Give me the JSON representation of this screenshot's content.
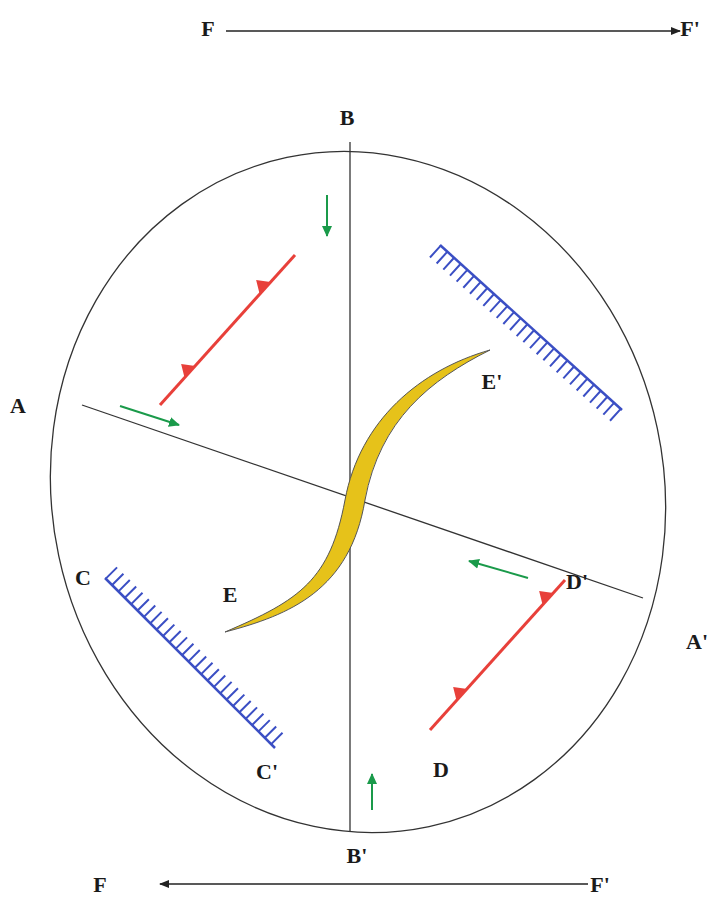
{
  "diagram": {
    "labels": [
      "F",
      "F'",
      "B",
      "E'",
      "A",
      "C",
      "E",
      "D'",
      "A'",
      "C'",
      "D",
      "F",
      "B'",
      "F'"
    ]
  }
}
